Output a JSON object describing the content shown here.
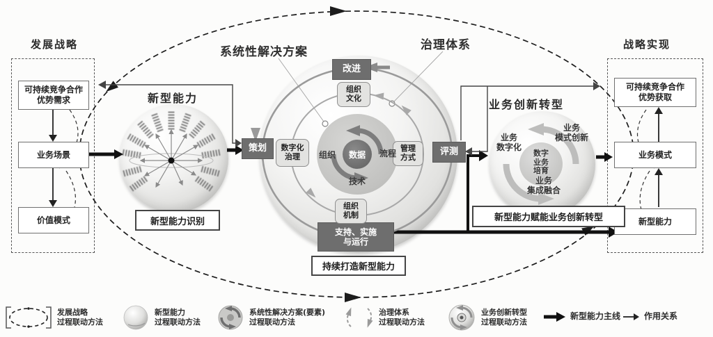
{
  "left_panel": {
    "title": "发展战略",
    "boxes": [
      "可持续竞争合作\n优势需求",
      "业务场景",
      "价值模式"
    ]
  },
  "right_panel": {
    "title": "战略实现",
    "boxes": [
      "可持续竞争合作\n优势获取",
      "业务模式",
      "新型能力"
    ]
  },
  "capability_sphere": {
    "title": "新型能力",
    "label": "新型能力识别"
  },
  "solution_title": "系统性解决方案",
  "governance_title": "治理体系",
  "center": {
    "improve": "改进",
    "plan": "策划",
    "evaluate": "评测",
    "support": "支持、实施\n与运行",
    "org_culture": "组织\n文化",
    "digital_governance": "数字化\n治理",
    "mgmt_method": "管理\n方式",
    "org_mechanism": "组织\n机制",
    "core_center": "数据",
    "core_left": "组织",
    "core_right": "流程",
    "core_bottom": "技术",
    "label": "持续打造新型能力"
  },
  "business_sphere": {
    "title": "业务创新转型",
    "digitalization": "业务\n数字化",
    "model_innovation": "业务\n模式创新",
    "cultivation": "数字\n业务\n培育",
    "integration": "业务\n集成融合",
    "label": "新型能力赋能业务创新转型"
  },
  "legend": [
    {
      "icon": "dashed-ellipse-icon",
      "label": "发展战略\n过程联动方法"
    },
    {
      "icon": "sphere-icon",
      "label": "新型能力\n过程联动方法"
    },
    {
      "icon": "swirl-circle-icon",
      "label": "系统性解决方案(要素)\n过程联动方法"
    },
    {
      "icon": "dashed-cycle-icon",
      "label": "治理体系\n过程联动方法"
    },
    {
      "icon": "swirl-sphere-icon",
      "label": "业务创新转型\n过程联动方法"
    },
    {
      "icon": "bold-arrow-icon",
      "label": "新型能力主线"
    },
    {
      "icon": "thin-arrow-icon",
      "label": "作用关系"
    }
  ],
  "colors": {
    "dark_box": "#6e6e6e",
    "line": "#222222",
    "gray_ring": "#9a9a9a"
  }
}
